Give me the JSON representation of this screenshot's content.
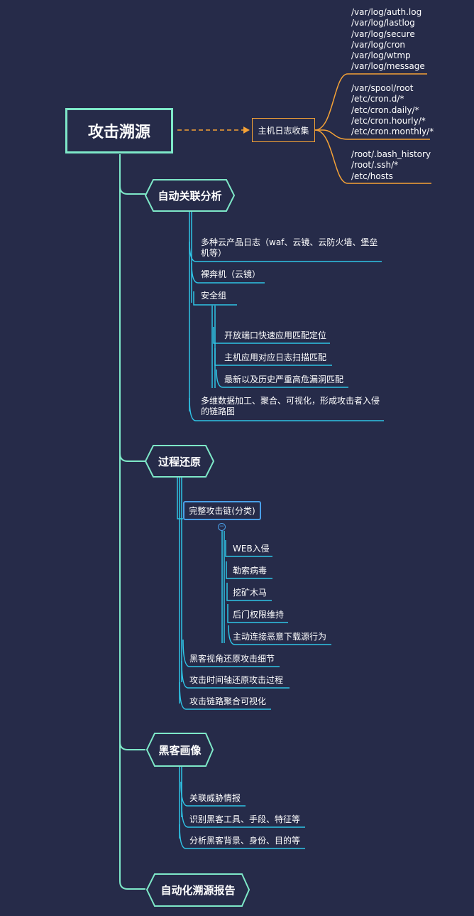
{
  "root": {
    "label": "攻击溯源"
  },
  "log_collection": {
    "label": "主机日志收集",
    "groups": [
      [
        "/var/log/auth.log",
        "/var/log/lastlog",
        "/var/log/secure",
        "/var/log/cron",
        "/var/log/wtmp",
        "/var/log/message"
      ],
      [
        "/var/spool/root",
        "/etc/cron.d/*",
        "/etc/cron.daily/*",
        "/etc/cron.hourly/*",
        "/etc/cron.monthly/*"
      ],
      [
        "/root/.bash_history",
        "/root/.ssh/*",
        "/etc/hosts"
      ]
    ]
  },
  "branches": [
    {
      "label": "自动关联分析",
      "items": [
        {
          "label": "多种云产品日志（waf、云镜、云防火墙、堡垒机等）"
        },
        {
          "label": "裸奔机（云镜）"
        },
        {
          "label": "安全组",
          "children": [
            "开放端口快速应用匹配定位",
            "主机应用对应日志扫描匹配",
            "最新以及历史严重高危漏洞匹配"
          ]
        },
        {
          "label": "多维数据加工、聚合、可视化，形成攻击者入侵的链路图"
        }
      ]
    },
    {
      "label": "过程还原",
      "chain": {
        "label": "完整攻击链(分类)",
        "collapse_symbol": "−",
        "children": [
          "WEB入侵",
          "勒索病毒",
          "挖矿木马",
          "后门权限维持",
          "主动连接恶意下载源行为"
        ]
      },
      "items": [
        "黑客视角还原攻击细节",
        "攻击时间轴还原攻击过程",
        "攻击链路聚合可视化"
      ]
    },
    {
      "label": "黑客画像",
      "items": [
        "关联威胁情报",
        "识别黑客工具、手段、特征等",
        "分析黑客背景、身份、目的等"
      ]
    },
    {
      "label": "自动化溯源报告",
      "items": []
    }
  ],
  "colors": {
    "background": "#262b49",
    "trunk": "#7ee8c8",
    "hexagon_border": "#7ee8c8",
    "leaf_line": "#2fc4e6",
    "log_line": "#f5a236",
    "chain_border": "#4a9fe8"
  }
}
